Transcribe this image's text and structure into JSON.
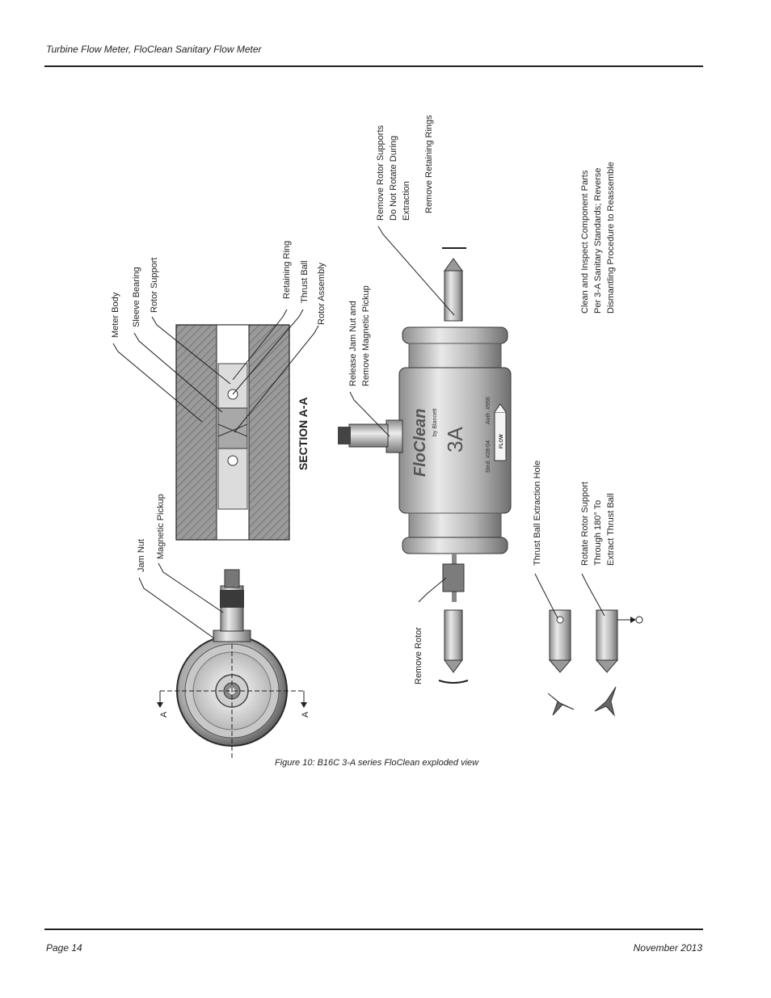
{
  "header": {
    "title": "Turbine Flow Meter, FloClean Sanitary Flow Meter"
  },
  "footer": {
    "page": "Page 14",
    "date": "November 2013"
  },
  "figure": {
    "caption": "Figure 10:  B16C 3-A series FloClean exploded view",
    "section_title": "SECTION A-A",
    "section_marks": [
      "A",
      "A"
    ],
    "labels": {
      "jam_nut": "Jam Nut",
      "magnetic_pickup": "Magnetic Pickup",
      "meter_body": "Meter Body",
      "sleeve_bearing": "Sleeve Bearing",
      "rotor_support": "Rotor Support",
      "retaining_ring": "Retaining Ring",
      "thrust_ball": "Thrust Ball",
      "rotor_assembly": "Rotor Assembly",
      "release_jam_nut": [
        "Release Jam Nut and",
        "Remove Magnetic Pickup"
      ],
      "remove_rotor_supports": [
        "Remove Rotor Supports",
        "Do Not Rotate During",
        "Extraction"
      ],
      "remove_retaining_rings": "Remove Retaining Rings",
      "clean_inspect": [
        "Clean and Inspect Component Parts",
        "Per 3-A Sanitary Standards; Reverse",
        "Dismantling Procedure to Reassemble"
      ],
      "remove_rotor": "Remove Rotor",
      "thrust_ball_hole": "Thrust Ball Extraction Hole",
      "rotate_rotor_support": [
        "Rotate Rotor Support",
        "Through 180° To",
        "Extract Thrust Ball"
      ]
    },
    "meter_markings": {
      "brand": "FloClean",
      "by": "by Blancett",
      "std": "Stnd. #28-04",
      "auth": "Auth. #956",
      "symbol": "3A",
      "flow": "FLOW"
    }
  }
}
